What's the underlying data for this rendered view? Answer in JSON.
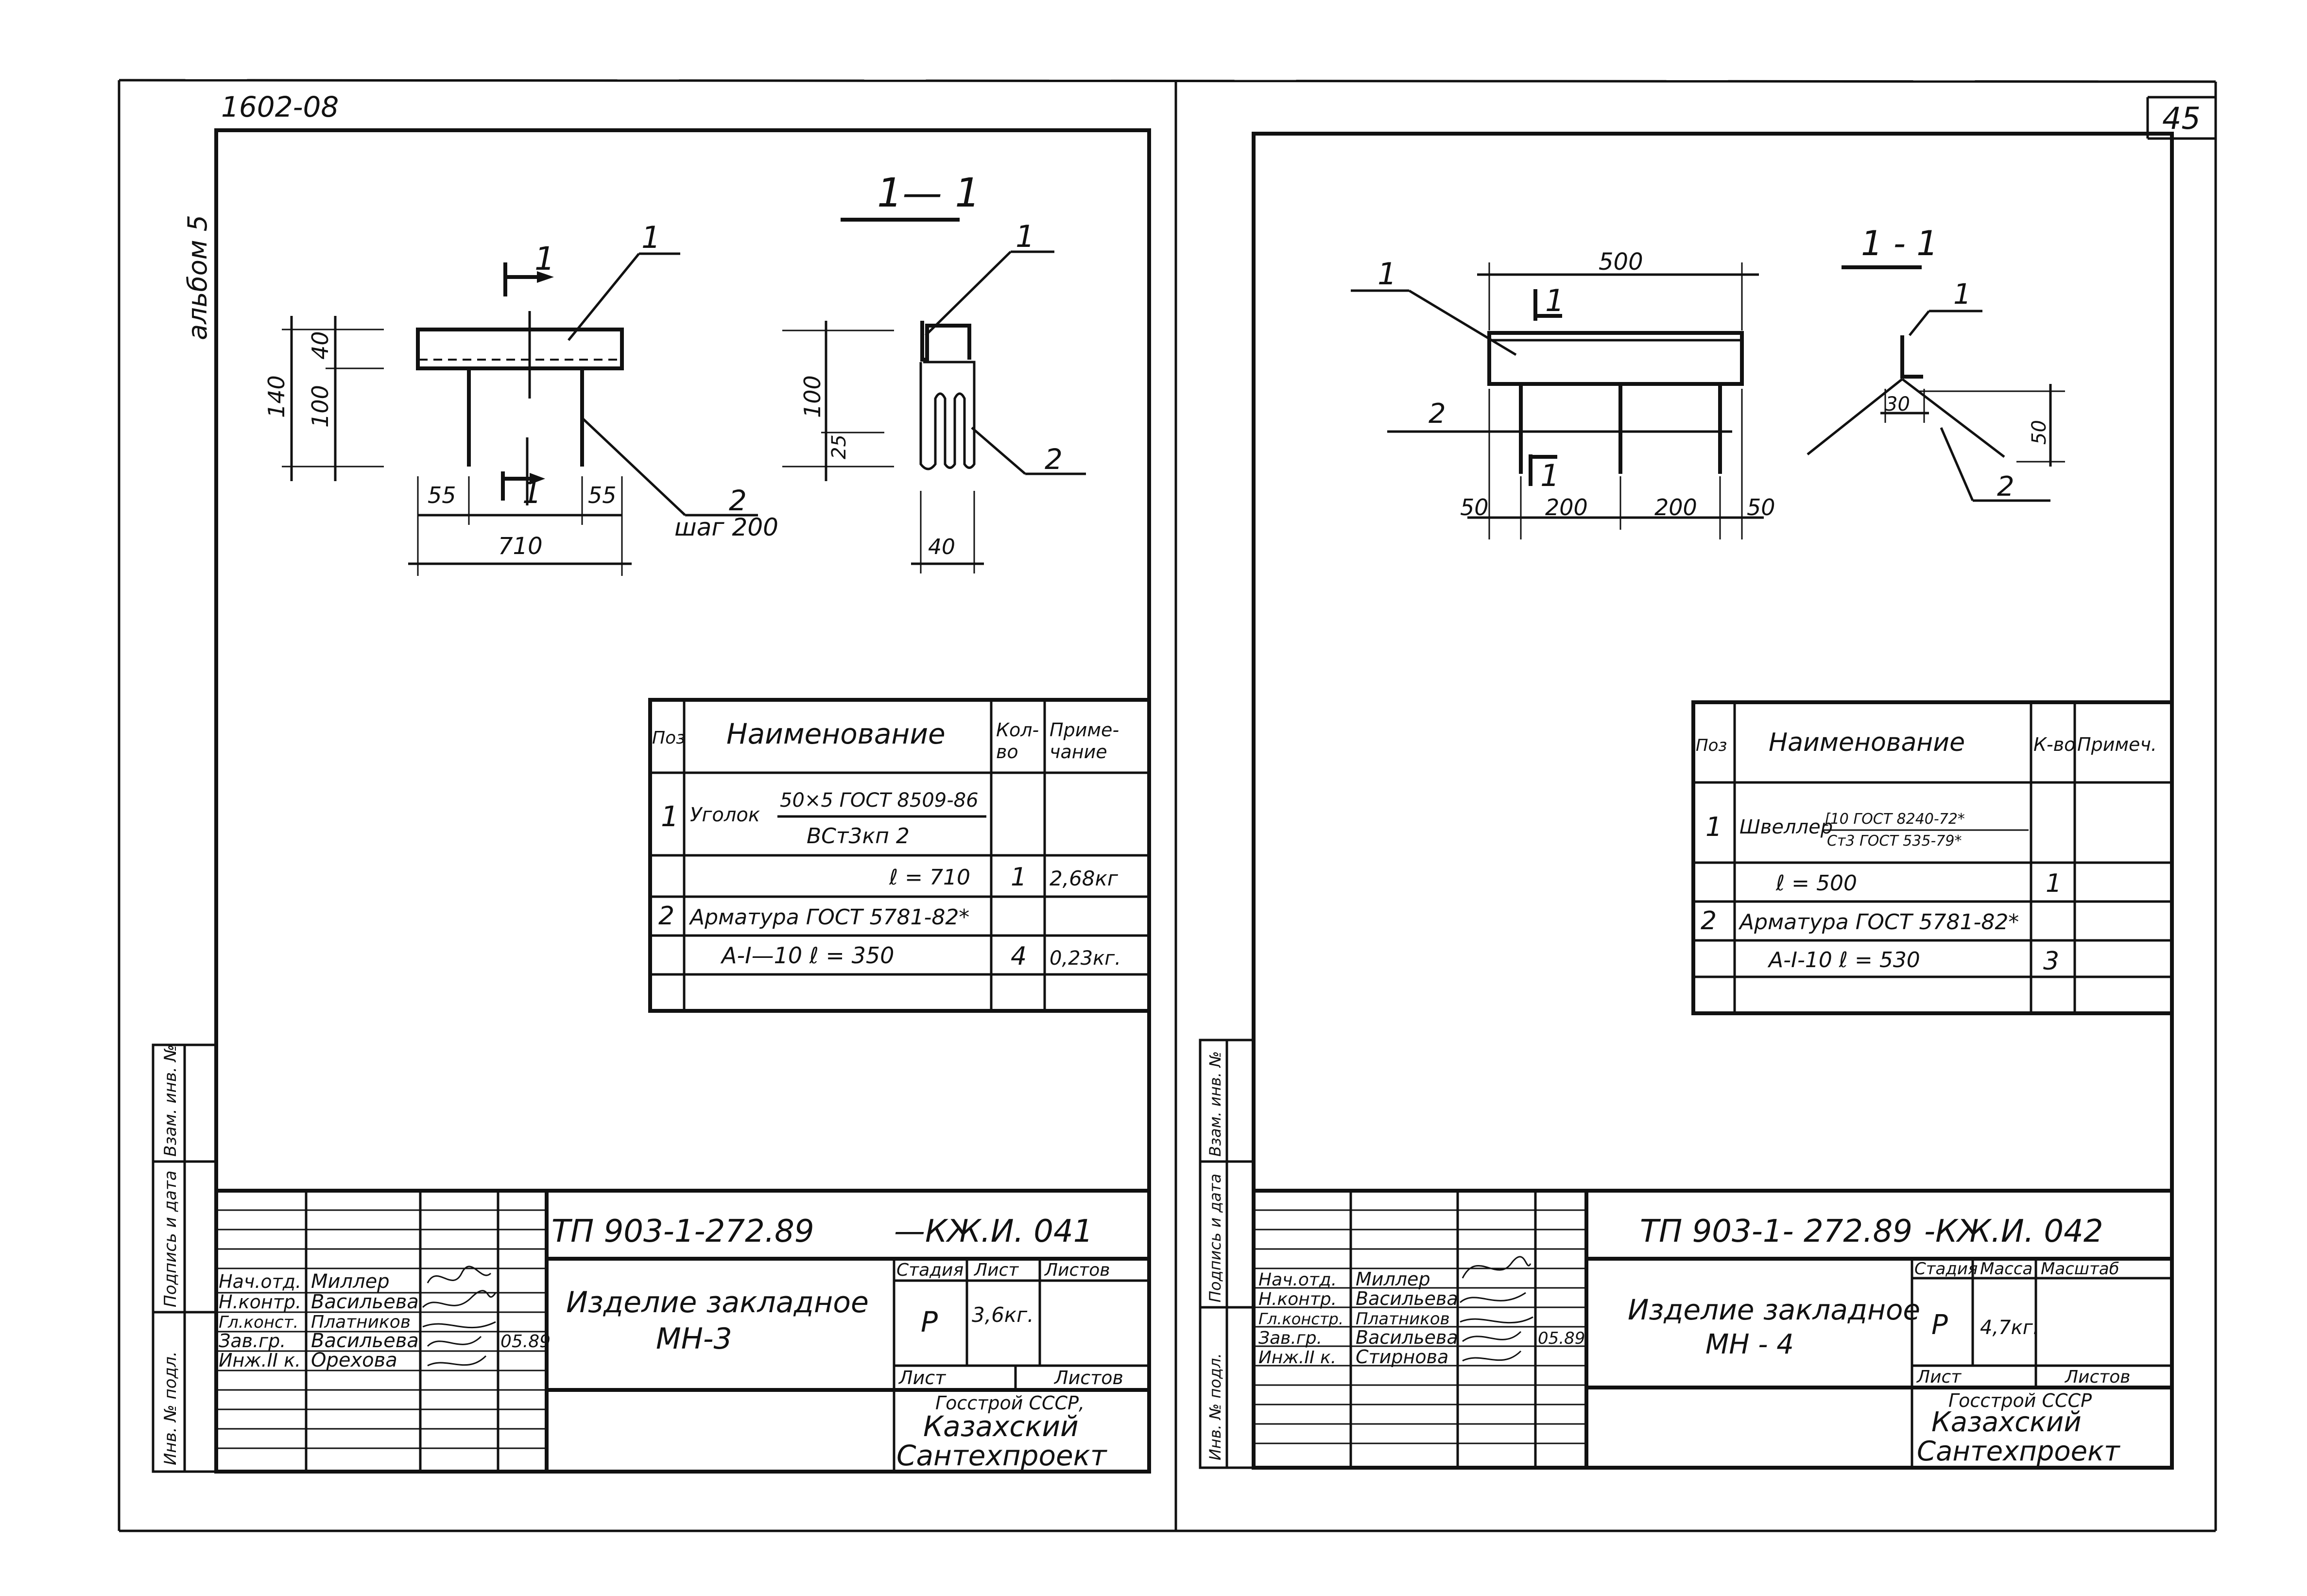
{
  "header": {
    "album_code": "1602-08",
    "page_number": "45",
    "album_label": "альбом 5"
  },
  "side_stamp": {
    "inv_podl": "Инв. № подл.",
    "podpis_data": "Подпись и дата",
    "vzam_inv": "Взам. инв. №"
  },
  "sheet_left": {
    "section_title": "1— 1",
    "dimensions": {
      "d140": "140",
      "d40": "40",
      "d100": "100",
      "d55a": "55",
      "d55b": "55",
      "d710": "710",
      "step": "шаг 200",
      "s100": "100",
      "s25": "25",
      "s40": "40"
    },
    "markers": {
      "pos1": "1",
      "pos2": "2",
      "cut_a": "1",
      "cut_b": "1",
      "sec_pos1": "1",
      "sec_pos2": "2"
    },
    "spec": {
      "headers": {
        "pos": "Поз",
        "name": "Наименование",
        "qty": "Кол-во",
        "note": "Приме-чание"
      },
      "rows": [
        {
          "pos": "1",
          "name": "Уголок",
          "frac_top": "50×5 ГОСТ 8509-86",
          "frac_bottom": "ВСт3кп 2",
          "qty": "",
          "note": ""
        },
        {
          "pos": "",
          "name": "ℓ = 710",
          "qty": "1",
          "note": "2,68кг"
        },
        {
          "pos": "2",
          "name": "Арматура ГОСТ 5781-82*",
          "qty": "",
          "note": ""
        },
        {
          "pos": "",
          "name": "А-I—10     ℓ = 350",
          "qty": "4",
          "note": "0,23кг."
        }
      ]
    },
    "title_block": {
      "doc_code": "ТП 903-1-272.89",
      "doc_suffix": "—КЖ.И. 041",
      "title_line1": "Изделие закладное",
      "title_line2": "МН-3",
      "roles": [
        {
          "role": "Нач.отд.",
          "name": "Миллер"
        },
        {
          "role": "Н.контр.",
          "name": "Васильева"
        },
        {
          "role": "Гл.конст.",
          "name": "Платников"
        },
        {
          "role": "Зав.гр.",
          "name": "Васильева",
          "date": "05.89"
        },
        {
          "role": "Инж.II к.",
          "name": "Орехова"
        }
      ],
      "stage_label": "Стадия",
      "sheet_label": "Лист",
      "sheets_label": "Листов",
      "stage": "Р",
      "mass": "3,6кг.",
      "sheet_label2": "Лист",
      "sheets_label2": "Листов",
      "org_line1": "Госстрой СССР,",
      "org_line2": "Казахский",
      "org_line3": "Сантехпроект"
    }
  },
  "sheet_right": {
    "section_title": "1 - 1",
    "dimensions": {
      "d500": "500",
      "d50a": "50",
      "d200a": "200",
      "d200b": "200",
      "d50b": "50",
      "s30": "30",
      "s50": "50"
    },
    "markers": {
      "pos1": "1",
      "pos2": "2",
      "cut_a": "1",
      "cut_b": "1",
      "sec_pos1": "1",
      "sec_pos2": "2"
    },
    "spec": {
      "headers": {
        "pos": "Поз",
        "name": "Наименование",
        "qty": "К-во",
        "note": "Примеч."
      },
      "rows": [
        {
          "pos": "1",
          "name": "Швеллер",
          "frac_top": "[10 ГОСТ 8240-72*",
          "frac_bottom": "Ст3 ГОСТ 535-79*",
          "qty": "",
          "note": ""
        },
        {
          "pos": "",
          "name": "ℓ = 500",
          "qty": "1",
          "note": ""
        },
        {
          "pos": "2",
          "name": "Арматура ГОСТ 5781-82*",
          "qty": "",
          "note": ""
        },
        {
          "pos": "",
          "name": "А-I-10      ℓ = 530",
          "qty": "3",
          "note": ""
        }
      ]
    },
    "title_block": {
      "doc_code": "ТП 903-1- 272.89",
      "doc_suffix": "-КЖ.И. 042",
      "title_line1": "Изделие закладное",
      "title_line2": "МН - 4",
      "roles": [
        {
          "role": "Нач.отд.",
          "name": "Миллер"
        },
        {
          "role": "Н.контр.",
          "name": "Васильева"
        },
        {
          "role": "Гл.констр.",
          "name": "Платников"
        },
        {
          "role": "Зав.гр.",
          "name": "Васильева",
          "date": "05.89"
        },
        {
          "role": "Инж.II к.",
          "name": "Стирнова"
        }
      ],
      "stage_label": "Стадия",
      "sheet_label": "Масса",
      "sheets_label": "Масштаб",
      "stage": "Р",
      "mass": "4,7кг.",
      "sheet_label2": "Лист",
      "sheets_label2": "Листов",
      "org_line1": "Госстрой СССР",
      "org_line2": "Казахский",
      "org_line3": "Сантехпроект"
    }
  }
}
